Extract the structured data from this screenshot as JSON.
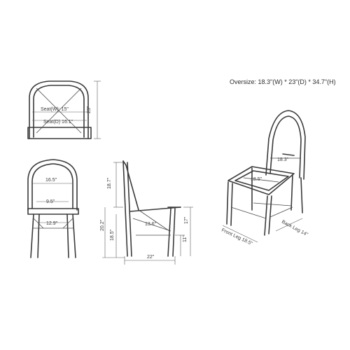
{
  "oversize": "Oversize: 18.3\"(W) * 23\"(D) * 34.7\"(H)",
  "top_view": {
    "seat_w": "Seat(W): 15\"",
    "seat_d": "Seat(D) 16.1\"",
    "depth": "23\""
  },
  "front_view": {
    "back_width": "16.5\"",
    "seat_width": "9.5\"",
    "lower_width": "12.9\""
  },
  "side_view": {
    "upper_height": "18.7\"",
    "total_leg_height": "20.2\"",
    "seat_height": "18.5\"",
    "seat_depth": "13.6\"",
    "arm_height": "17\"",
    "stretcher_height": "11\"",
    "base_depth": "22\""
  },
  "perspective_view": {
    "back_width": "18.3\"",
    "seat_width": "18.5\"",
    "front_leg": "Front Leg 18.5\"",
    "back_leg": "Back Leg 14\""
  }
}
